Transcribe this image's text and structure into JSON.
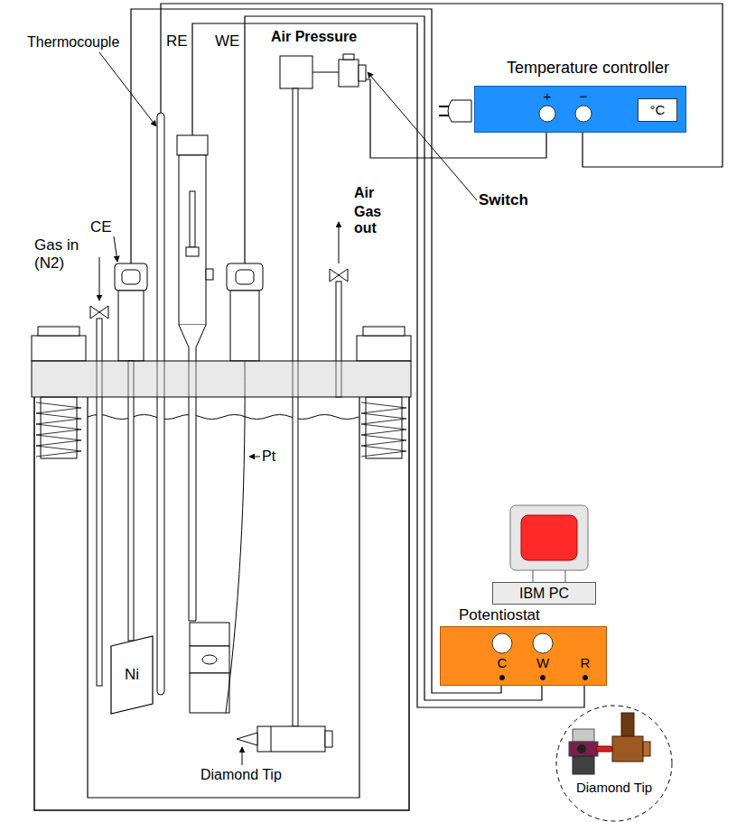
{
  "diagram": {
    "nodes": [
      {
        "text": [
          "Temperature controller",
          "+",
          "−"
        ]
      },
      {
        "text": [
          "°C"
        ],
        "in": 0
      },
      {
        "text": [
          "IBM PC"
        ]
      },
      {
        "text": [
          "Potentiostat",
          "C",
          "W",
          "R"
        ]
      },
      {
        "text": [
          "Ni"
        ]
      }
    ],
    "labels": [
      "Thermocouple",
      "RE",
      "WE",
      "Air Pressure",
      "CE",
      "Switch",
      "Gas in (N2)",
      "Air",
      "Gas out",
      "Pt",
      "Diamond Tip",
      "Diamond Tip"
    ]
  }
}
